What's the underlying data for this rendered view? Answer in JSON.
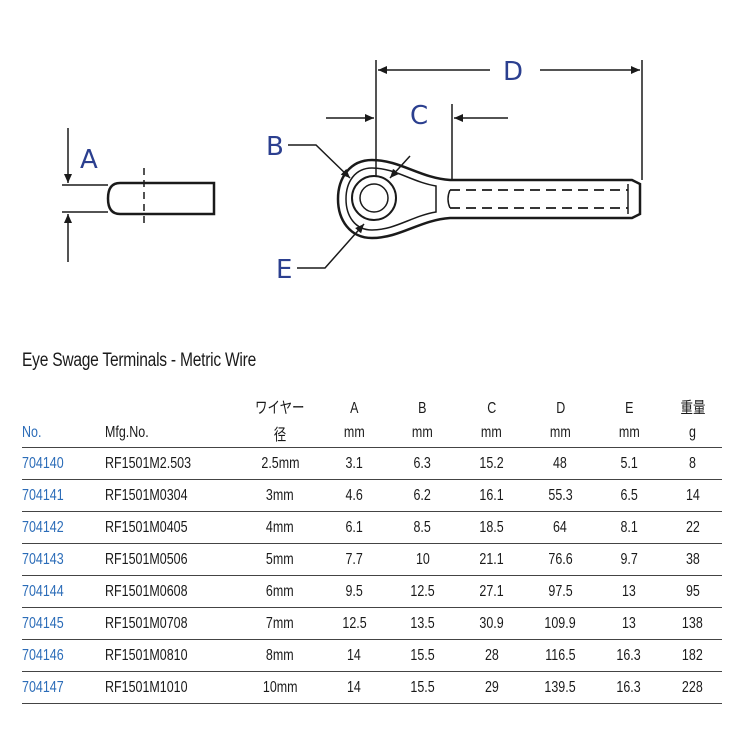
{
  "diagram": {
    "labels": {
      "a": "A",
      "b": "B",
      "c": "C",
      "d": "D",
      "e": "E"
    }
  },
  "title": "Eye Swage Terminals - Metric Wire",
  "table": {
    "headers_top": [
      "",
      "",
      "ワイヤー",
      "A",
      "B",
      "C",
      "D",
      "E",
      "重量"
    ],
    "headers_bottom": [
      "No.",
      "Mfg.No.",
      "径",
      "mm",
      "mm",
      "mm",
      "mm",
      "mm",
      "g"
    ],
    "rows": [
      [
        "704140",
        "RF1501M2.503",
        "2.5mm",
        "3.1",
        "6.3",
        "15.2",
        "48",
        "5.1",
        "8"
      ],
      [
        "704141",
        "RF1501M0304",
        "3mm",
        "4.6",
        "6.2",
        "16.1",
        "55.3",
        "6.5",
        "14"
      ],
      [
        "704142",
        "RF1501M0405",
        "4mm",
        "6.1",
        "8.5",
        "18.5",
        "64",
        "8.1",
        "22"
      ],
      [
        "704143",
        "RF1501M0506",
        "5mm",
        "7.7",
        "10",
        "21.1",
        "76.6",
        "9.7",
        "38"
      ],
      [
        "704144",
        "RF1501M0608",
        "6mm",
        "9.5",
        "12.5",
        "27.1",
        "97.5",
        "13",
        "95"
      ],
      [
        "704145",
        "RF1501M0708",
        "7mm",
        "12.5",
        "13.5",
        "30.9",
        "109.9",
        "13",
        "138"
      ],
      [
        "704146",
        "RF1501M0810",
        "8mm",
        "14",
        "15.5",
        "28",
        "116.5",
        "16.3",
        "182"
      ],
      [
        "704147",
        "RF1501M1010",
        "10mm",
        "14",
        "15.5",
        "29",
        "139.5",
        "16.3",
        "228"
      ]
    ]
  },
  "colors": {
    "accent": "#2b6cb8",
    "label": "#2b3f8f",
    "line": "#1a1a1a"
  }
}
